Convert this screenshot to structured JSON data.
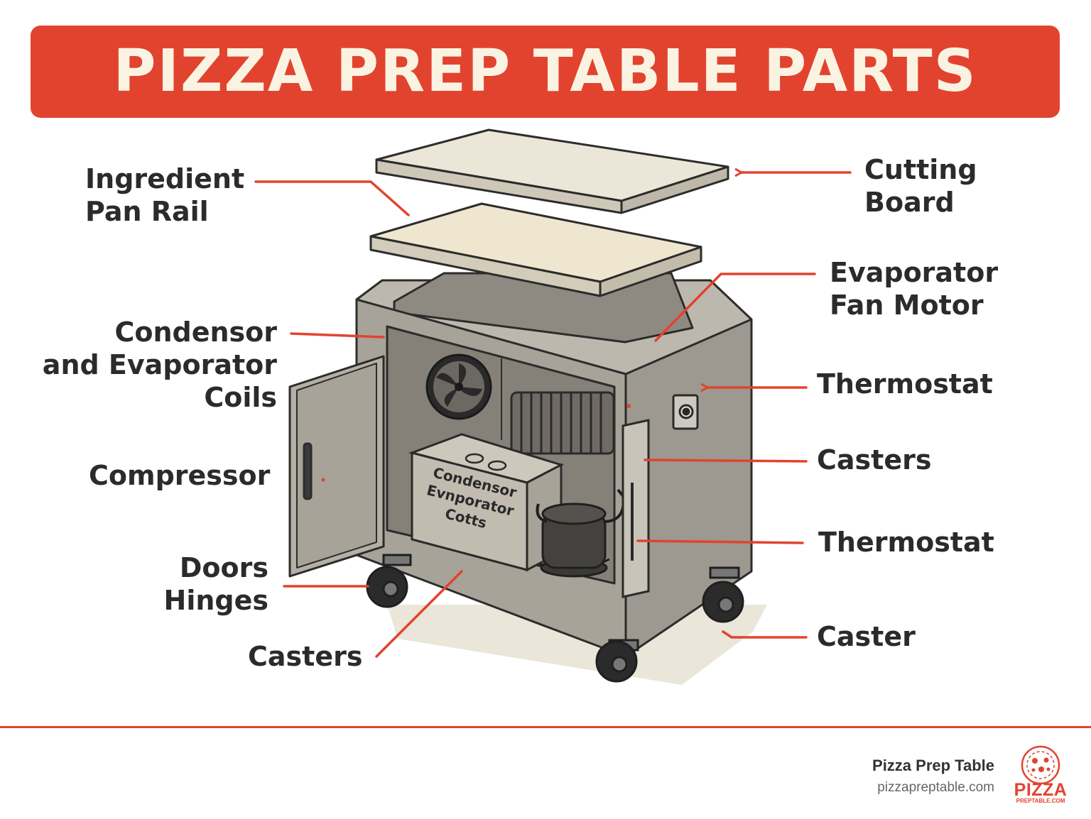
{
  "title": "PIZZA PREP TABLE PARTS",
  "labels": {
    "ingredient_pan_rail": [
      "Ingredient",
      "Pan Rail"
    ],
    "cutting_board": [
      "Cutting",
      "Board"
    ],
    "evaporator_fan_motor": [
      "Evaporator",
      "Fan Motor"
    ],
    "condensor_coils": [
      "Condensor",
      "and Evaporator",
      "Coils"
    ],
    "thermostat_top": "Thermostat",
    "compressor": "Compressor",
    "casters_right": "Casters",
    "thermostat_bottom": "Thermostat",
    "doors_hinges": [
      "Doors",
      "Hinges"
    ],
    "casters_bottom": "Casters",
    "caster_right": "Caster"
  },
  "box_text": [
    "Condensor",
    "Evnporator",
    "Cotts"
  ],
  "footer": {
    "brand_name": "Pizza Prep Table",
    "url": "pizzapreptable.com",
    "logo_word": "PIZZA",
    "logo_sub": "PREPTABLE.COM"
  },
  "colors": {
    "accent": "#e2432f",
    "title_text": "#fbf3e2",
    "cabinet": "#aaa69c",
    "board": "#ece6d8",
    "label_text": "#2a2c2a"
  }
}
